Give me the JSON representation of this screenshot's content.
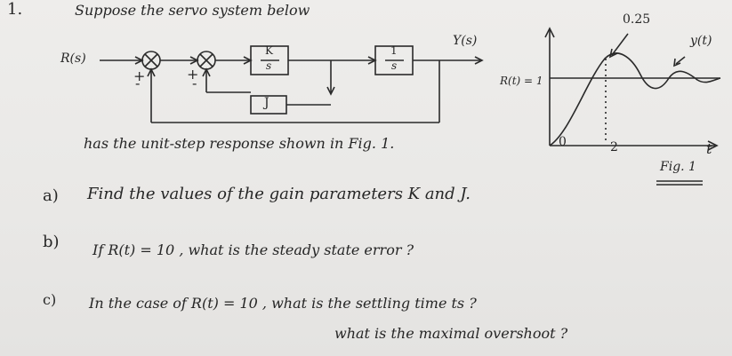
{
  "problem": {
    "number": "1.",
    "intro": "Suppose the servo system below",
    "continuation": "has the unit-step response shown in Fig. 1."
  },
  "block_diagram": {
    "input_label": "R(s)",
    "output_label": "Y(s)",
    "sign_plus_1": "+",
    "sign_minus_1": "-",
    "sign_plus_2": "+",
    "sign_minus_2": "-",
    "block1_num": "K",
    "block1_den": "s",
    "block2_num": "1",
    "block2_den": "s",
    "feedback_gain": "J"
  },
  "figure": {
    "peak_value": "0.25",
    "output_label": "y(t)",
    "input_label": "R(t) = 1",
    "origin": "0",
    "peak_time": "2",
    "time_axis": "t",
    "caption": "Fig. 1"
  },
  "questions": [
    {
      "label": "a)",
      "line1": "Find the values of the gain parameters  K  and J.",
      "line2": ""
    },
    {
      "label": "b)",
      "line1": "If  R(t) = 10 ,    what is the steady state error ?",
      "line2": ""
    },
    {
      "label": "c)",
      "line1": "In the case of R(t) = 10 ,     what is the settling time ts ?",
      "line2": "what is the maximal overshoot ?"
    }
  ]
}
